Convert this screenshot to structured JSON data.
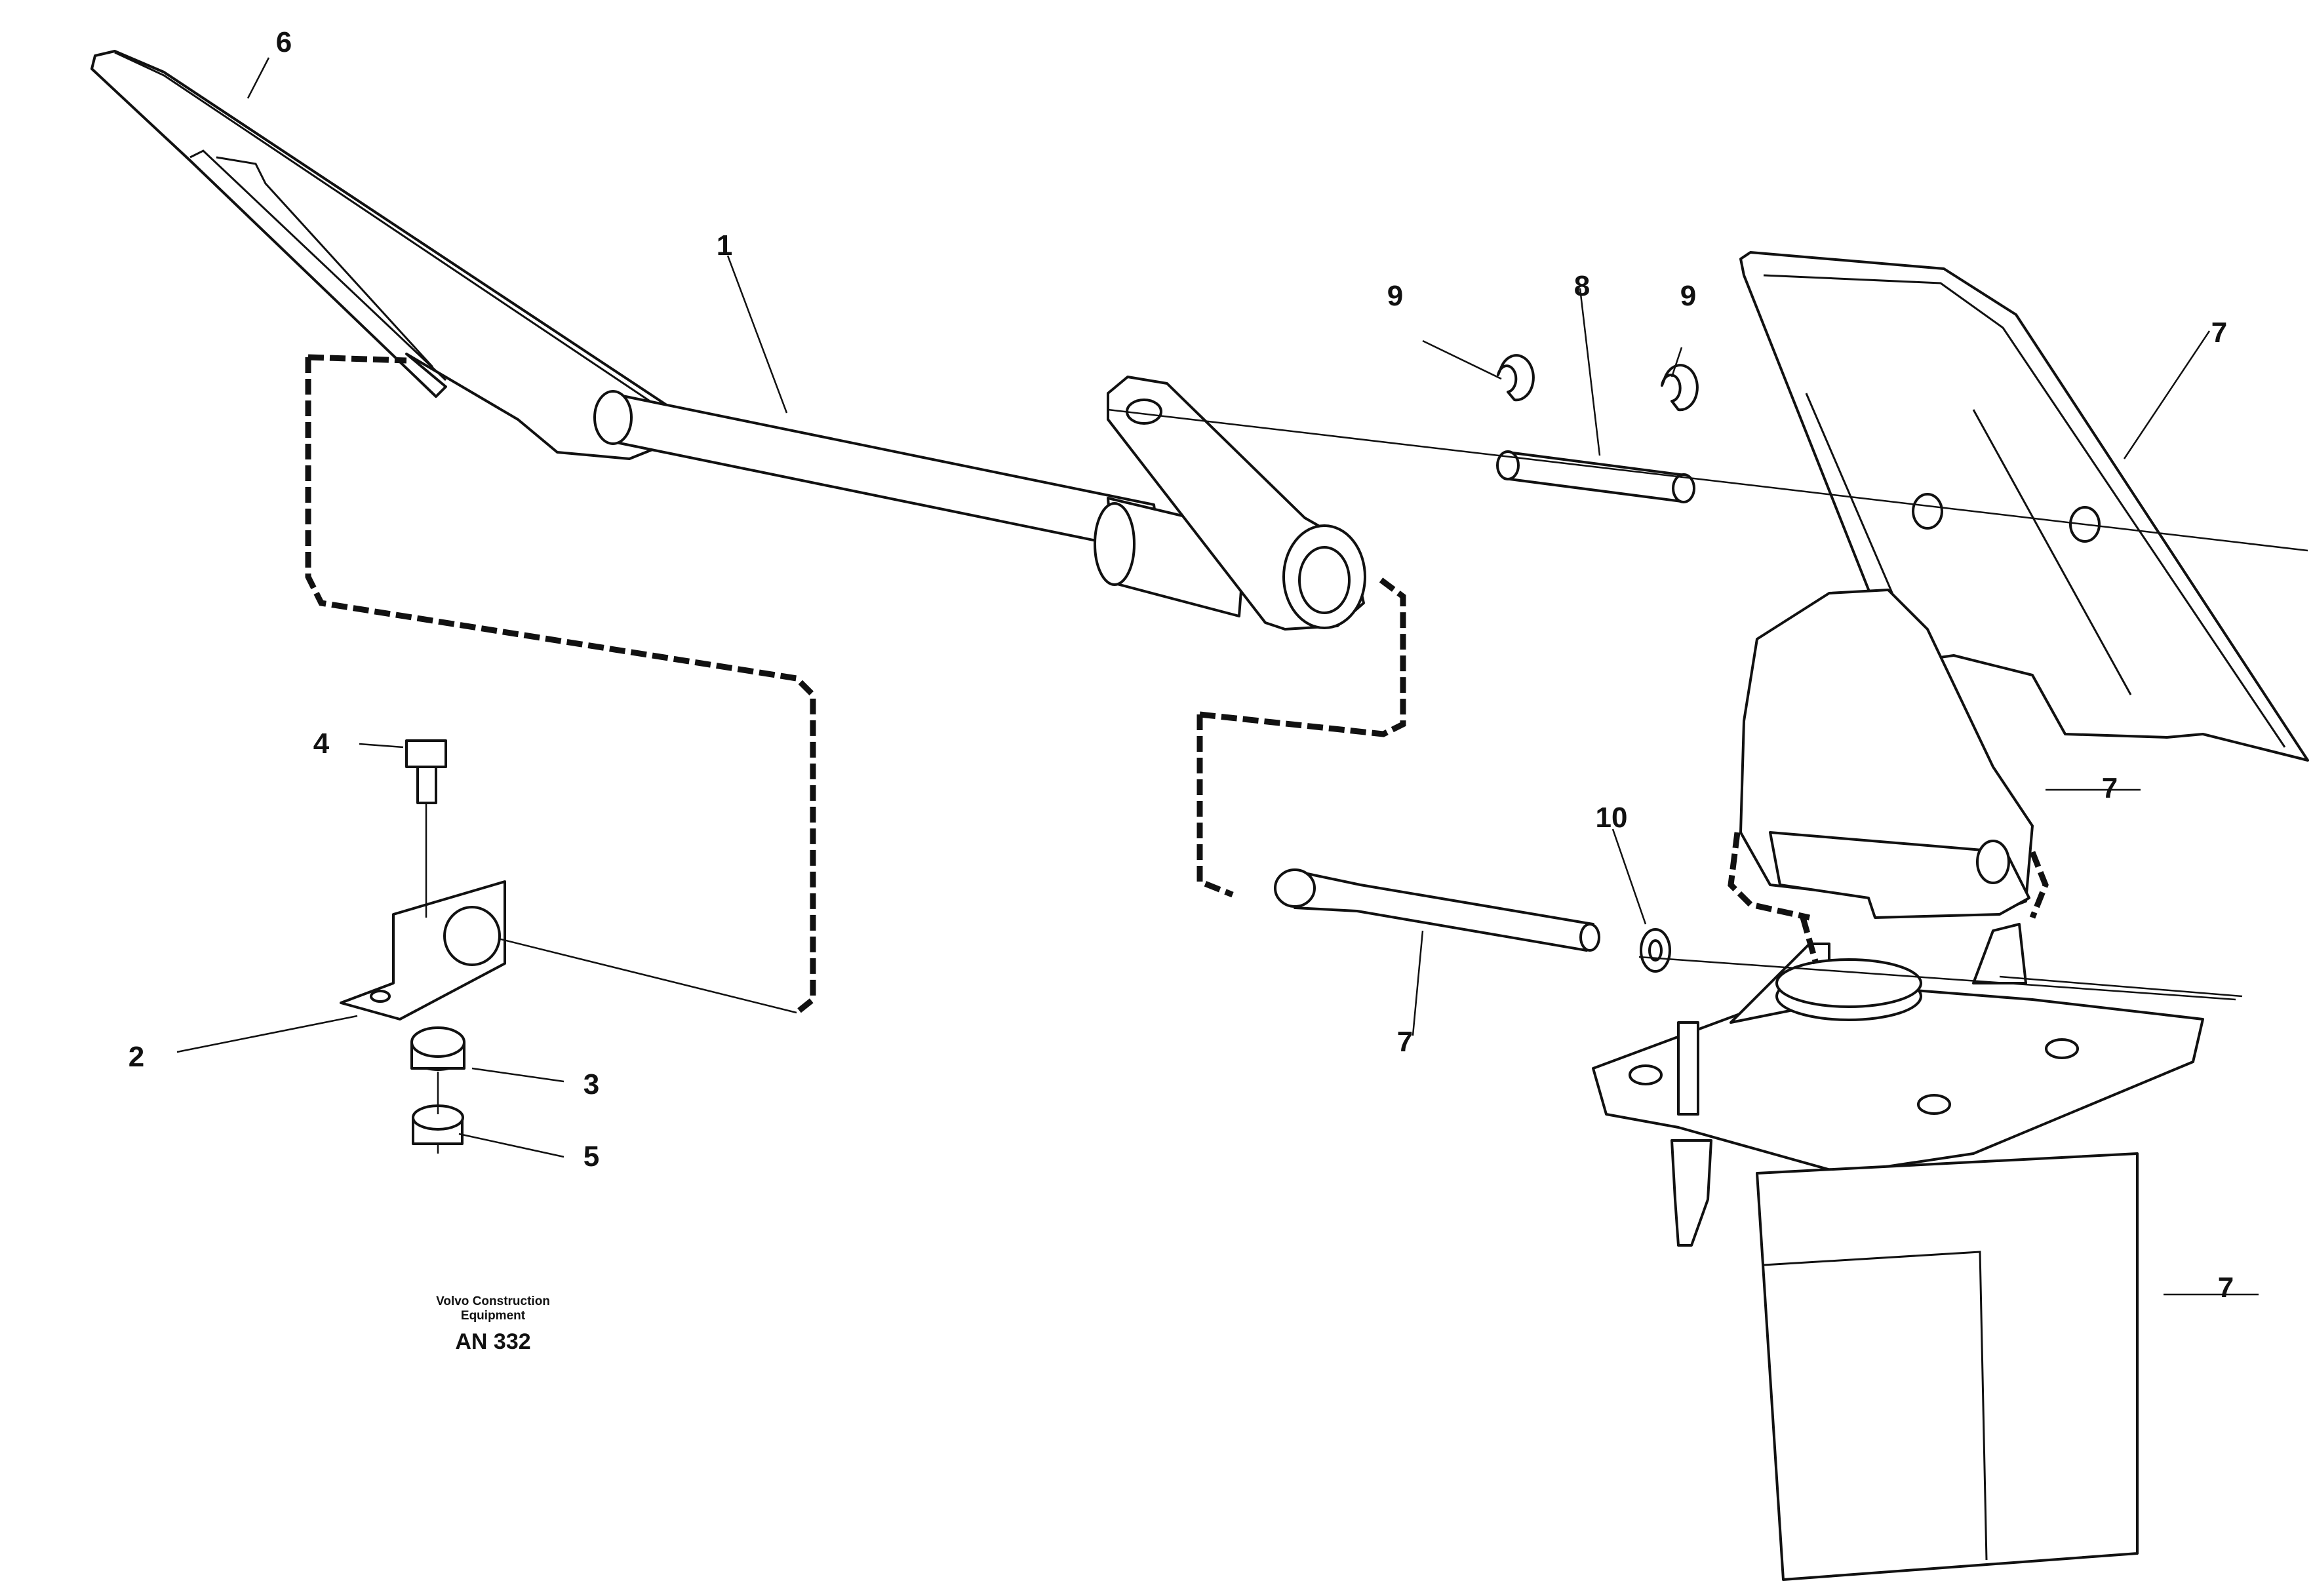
{
  "callouts": {
    "c1": "1",
    "c2": "2",
    "c3": "3",
    "c4": "4",
    "c5": "5",
    "c6": "6",
    "c7a": "7",
    "c7b": "7",
    "c7c": "7",
    "c7d": "7",
    "c8": "8",
    "c9a": "9",
    "c9b": "9",
    "c10": "10"
  },
  "credit": {
    "line1": "Volvo Construction",
    "line2": "Equipment",
    "line3": "AN 332"
  }
}
